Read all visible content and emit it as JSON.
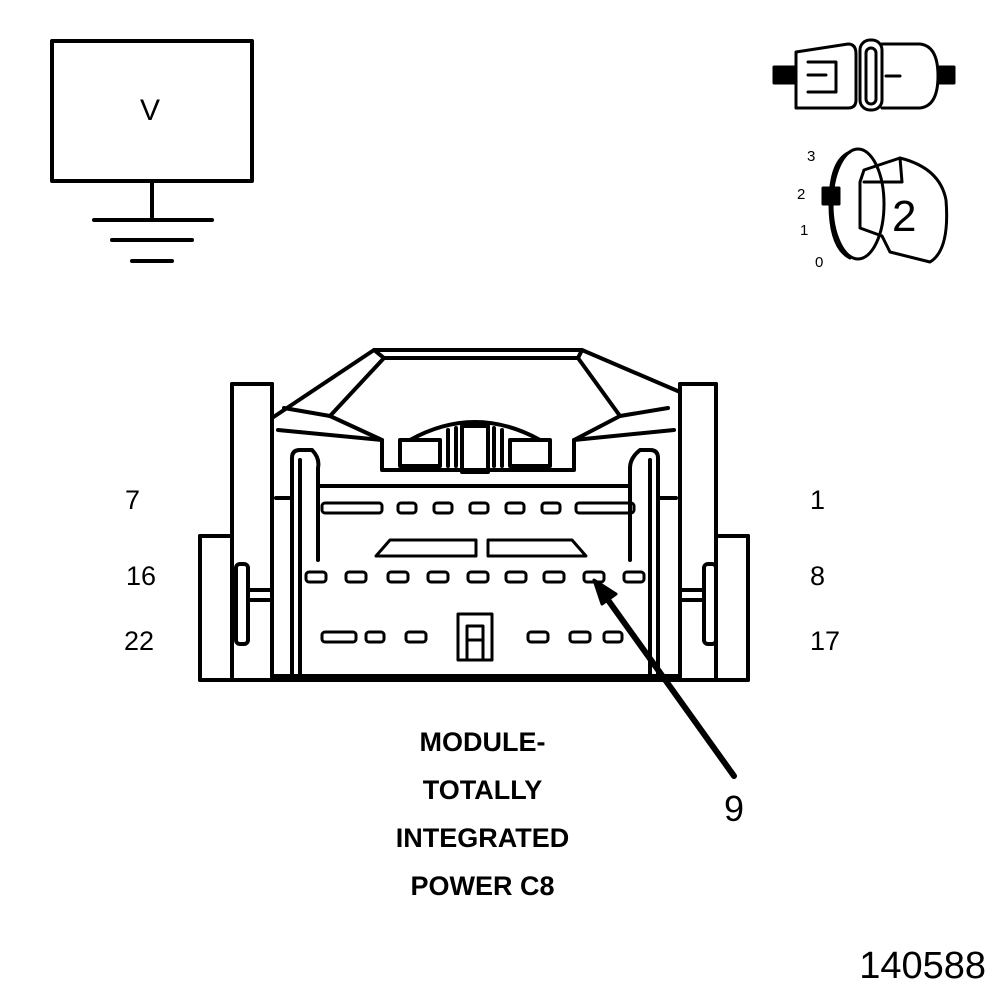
{
  "meter": {
    "voltmeter_symbol": "V"
  },
  "probe_type": {
    "label": "2",
    "scale_marks": [
      "3",
      "2",
      "1",
      "0"
    ]
  },
  "connector": {
    "pin_labels": {
      "top_left": "7",
      "top_right": "1",
      "middle_left": "16",
      "middle_right": "8",
      "bottom_left": "22",
      "bottom_right": "17"
    },
    "callout_pin": "9",
    "caption_lines": [
      "MODULE-",
      "TOTALLY",
      "INTEGRATED",
      "POWER C8"
    ]
  },
  "figure_number": "140588"
}
